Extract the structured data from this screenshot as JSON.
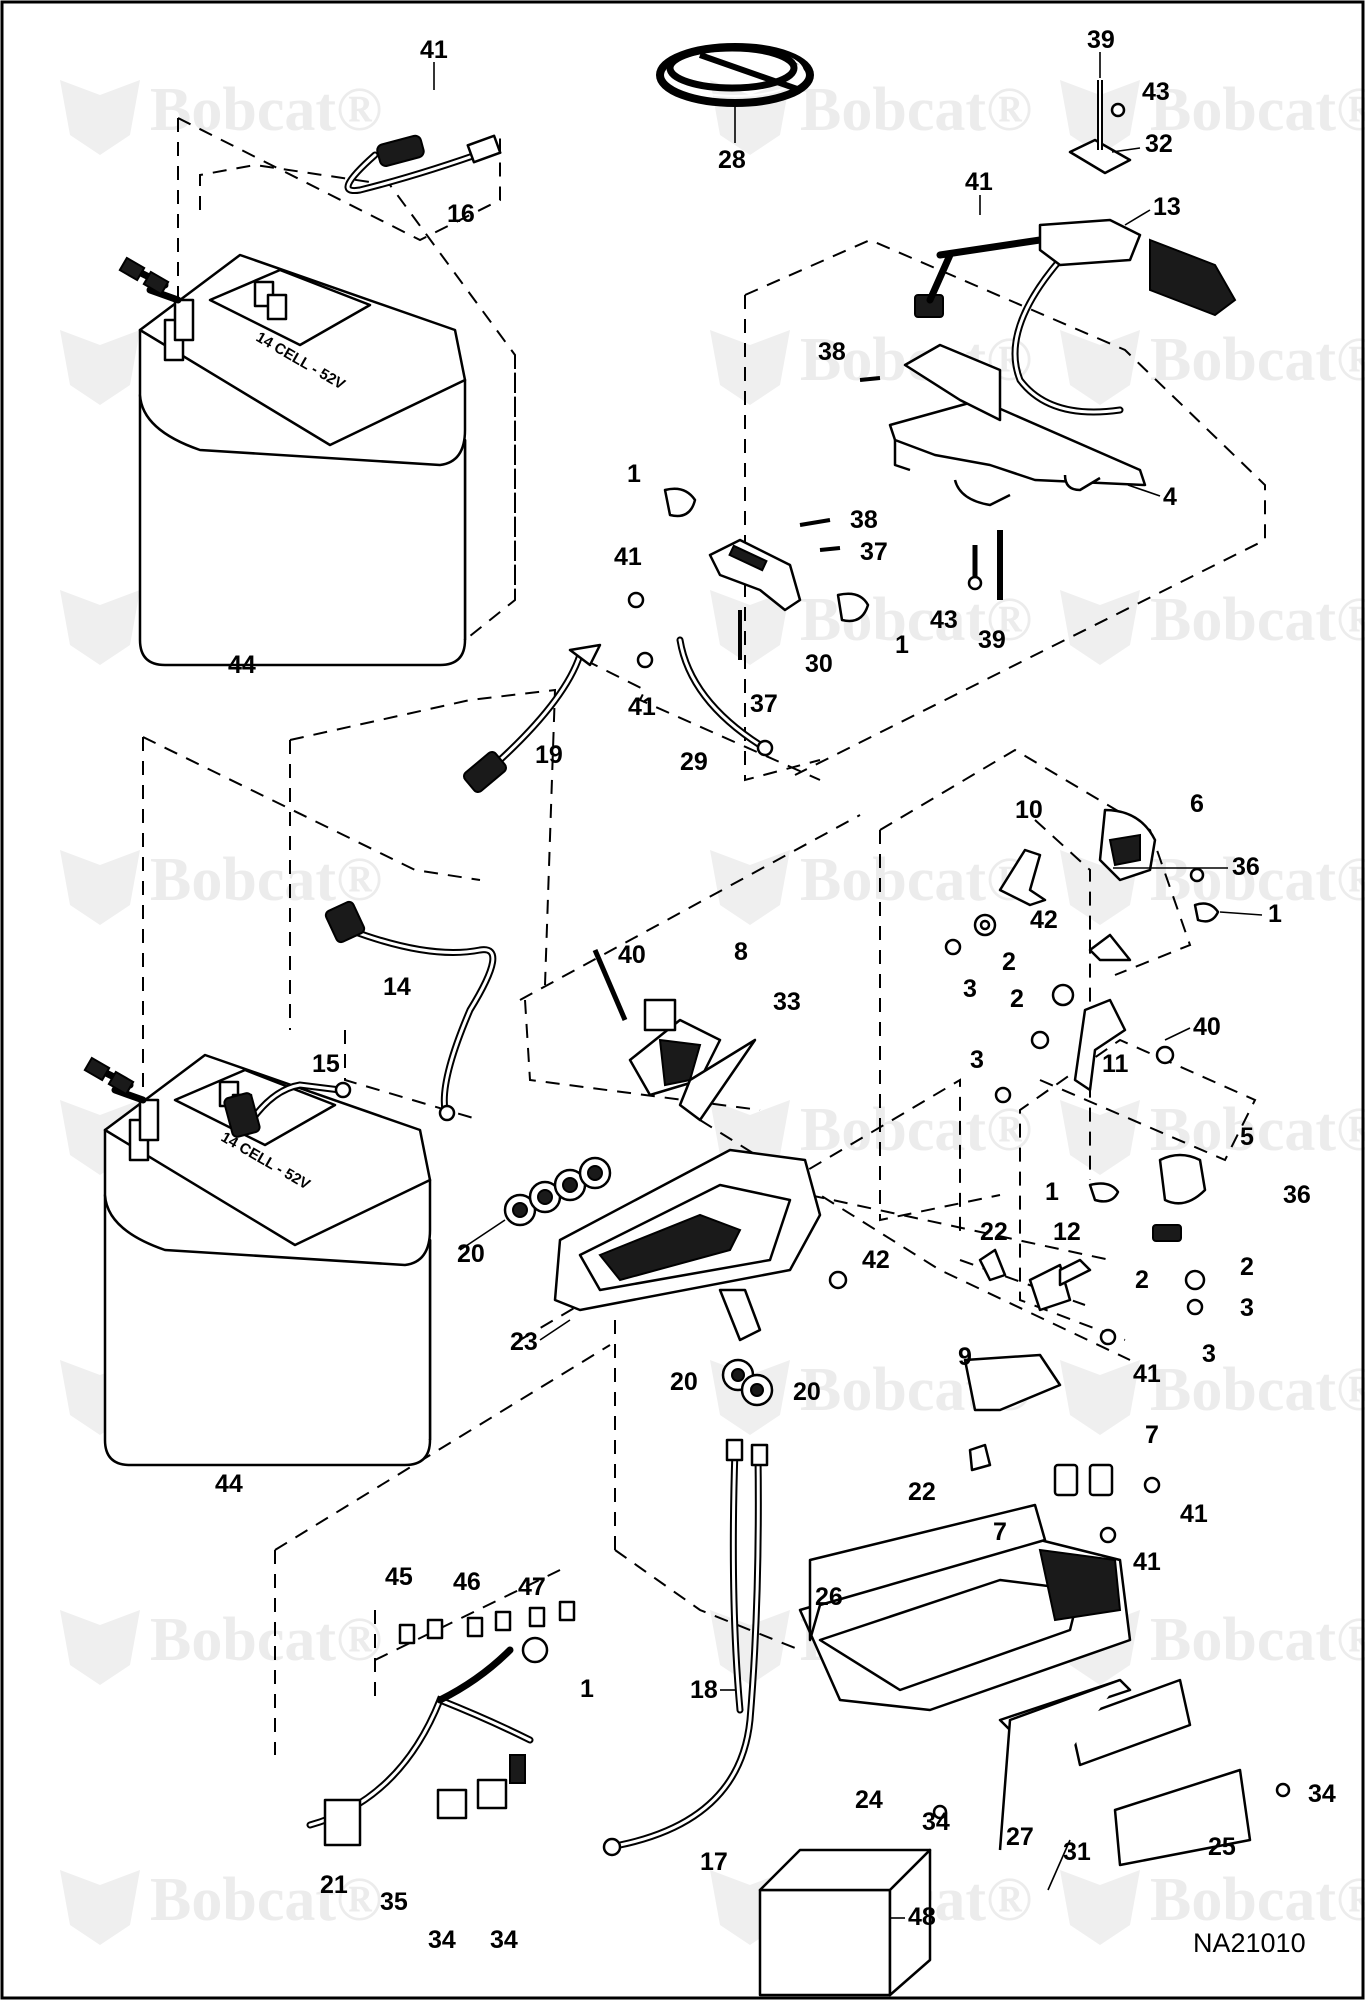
{
  "watermark": {
    "brand": "Bobcat",
    "registered": "®"
  },
  "drawing_code": "NA21010",
  "battery_label": "14 CELL - 52V",
  "callouts": [
    {
      "id": "c41a",
      "text": "41"
    },
    {
      "id": "c16",
      "text": "16"
    },
    {
      "id": "c28",
      "text": "28"
    },
    {
      "id": "c39a",
      "text": "39"
    },
    {
      "id": "c43a",
      "text": "43"
    },
    {
      "id": "c32",
      "text": "32"
    },
    {
      "id": "c41b",
      "text": "41"
    },
    {
      "id": "c13",
      "text": "13"
    },
    {
      "id": "c38a",
      "text": "38"
    },
    {
      "id": "c4",
      "text": "4"
    },
    {
      "id": "c1a",
      "text": "1"
    },
    {
      "id": "c38b",
      "text": "38"
    },
    {
      "id": "c37a",
      "text": "37"
    },
    {
      "id": "c41c",
      "text": "41"
    },
    {
      "id": "c43b",
      "text": "43"
    },
    {
      "id": "c39b",
      "text": "39"
    },
    {
      "id": "c1b",
      "text": "1"
    },
    {
      "id": "c30",
      "text": "30"
    },
    {
      "id": "c44a",
      "text": "44"
    },
    {
      "id": "c41d",
      "text": "41"
    },
    {
      "id": "c37b",
      "text": "37"
    },
    {
      "id": "c19",
      "text": "19"
    },
    {
      "id": "c29",
      "text": "29"
    },
    {
      "id": "c10",
      "text": "10"
    },
    {
      "id": "c6",
      "text": "6"
    },
    {
      "id": "c36a",
      "text": "36"
    },
    {
      "id": "c1c",
      "text": "1"
    },
    {
      "id": "c42a",
      "text": "42"
    },
    {
      "id": "c2a",
      "text": "2"
    },
    {
      "id": "c3a",
      "text": "3"
    },
    {
      "id": "c2b",
      "text": "2"
    },
    {
      "id": "c3b",
      "text": "3"
    },
    {
      "id": "c40a",
      "text": "40"
    },
    {
      "id": "c11",
      "text": "11"
    },
    {
      "id": "c40b",
      "text": "40"
    },
    {
      "id": "c8",
      "text": "8"
    },
    {
      "id": "c33",
      "text": "33"
    },
    {
      "id": "c14",
      "text": "14"
    },
    {
      "id": "c15",
      "text": "15"
    },
    {
      "id": "c5",
      "text": "5"
    },
    {
      "id": "c1d",
      "text": "1"
    },
    {
      "id": "c36b",
      "text": "36"
    },
    {
      "id": "c22a",
      "text": "22"
    },
    {
      "id": "c12",
      "text": "12"
    },
    {
      "id": "c2c",
      "text": "2"
    },
    {
      "id": "c2d",
      "text": "2"
    },
    {
      "id": "c3c",
      "text": "3"
    },
    {
      "id": "c3d",
      "text": "3"
    },
    {
      "id": "c20a",
      "text": "20"
    },
    {
      "id": "c42b",
      "text": "42"
    },
    {
      "id": "c23",
      "text": "23"
    },
    {
      "id": "c41e",
      "text": "41"
    },
    {
      "id": "c9",
      "text": "9"
    },
    {
      "id": "c20b",
      "text": "20"
    },
    {
      "id": "c20c",
      "text": "20"
    },
    {
      "id": "c44b",
      "text": "44"
    },
    {
      "id": "c7a",
      "text": "7"
    },
    {
      "id": "c22b",
      "text": "22"
    },
    {
      "id": "c41f",
      "text": "41"
    },
    {
      "id": "c7b",
      "text": "7"
    },
    {
      "id": "c41g",
      "text": "41"
    },
    {
      "id": "c26",
      "text": "26"
    },
    {
      "id": "c45",
      "text": "45"
    },
    {
      "id": "c46",
      "text": "46"
    },
    {
      "id": "c47",
      "text": "47"
    },
    {
      "id": "c1e",
      "text": "1"
    },
    {
      "id": "c18",
      "text": "18"
    },
    {
      "id": "c24",
      "text": "24"
    },
    {
      "id": "c34a",
      "text": "34"
    },
    {
      "id": "c34b",
      "text": "34"
    },
    {
      "id": "c27",
      "text": "27"
    },
    {
      "id": "c31",
      "text": "31"
    },
    {
      "id": "c25",
      "text": "25"
    },
    {
      "id": "c21",
      "text": "21"
    },
    {
      "id": "c35",
      "text": "35"
    },
    {
      "id": "c17",
      "text": "17"
    },
    {
      "id": "c48",
      "text": "48"
    },
    {
      "id": "c34c",
      "text": "34"
    },
    {
      "id": "c34d",
      "text": "34"
    }
  ]
}
